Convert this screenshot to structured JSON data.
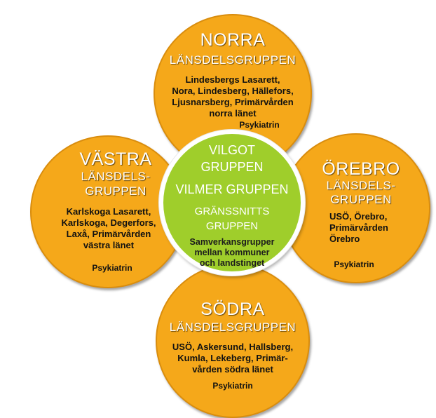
{
  "norra": {
    "title": "NORRA",
    "subtitle": "LÄNSDELSGRUPPEN",
    "lines": [
      "Lindesbergs Lasarett,",
      "Nora, Lindesberg, Hällefors,",
      "Ljusnarsberg, Primärvården",
      "norra länet"
    ],
    "psyk": "Psykiatrin"
  },
  "vastra": {
    "title": "VÄSTRA",
    "subtitle_1": "LÄNSDELS-",
    "subtitle_2": "GRUPPEN",
    "lines": [
      "Karlskoga Lasarett,",
      "Karlskoga, Degerfors,",
      "Laxå, Primärvården",
      "västra länet"
    ],
    "psyk": "Psykiatrin"
  },
  "orebro": {
    "title": "ÖREBRO",
    "subtitle_1": "LÄNSDELS-",
    "subtitle_2": "GRUPPEN",
    "lines": [
      "USÖ, Örebro,",
      "Primärvården",
      "Örebro"
    ],
    "psyk": "Psykiatrin"
  },
  "sodra": {
    "title": "SÖDRA",
    "subtitle": "LÄNSDELSGRUPPEN",
    "lines": [
      "USÖ, Askersund, Hallsberg,",
      "Kumla, Lekeberg, Primär-",
      "vården södra länet"
    ],
    "psyk": "Psykiatrin"
  },
  "center": {
    "vilgot_1": "VILGOT",
    "vilgot_2": "GRUPPEN",
    "vilmer": "VILMER GRUPPEN",
    "granssnitt_1": "GRÄNSSNITTS",
    "granssnitt_2": "GRUPPEN",
    "samverkan": [
      "Samverkansgrupper",
      "mellan kommuner",
      "och landstinget"
    ]
  },
  "colors": {
    "petal": "#f5a81a",
    "center": "#9fce2b"
  }
}
